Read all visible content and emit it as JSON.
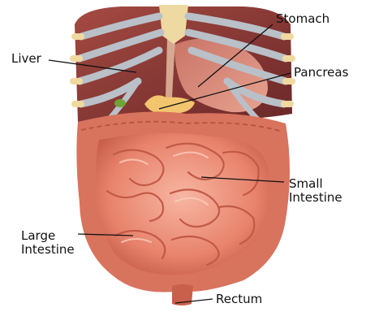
{
  "labels": {
    "liver": "Liver",
    "stomach": "Stomach",
    "pancreas": "Pancreas",
    "small_intestine": [
      "Small",
      "Intestine"
    ],
    "large_intestine": [
      "Large",
      "Intestine"
    ],
    "rectum": "Rectum"
  },
  "colors": {
    "background": "#ffffff",
    "intestine": "#e8836c",
    "intestine_dark": "#c9604c",
    "intestine_light": "#f6b39f",
    "liver": "#8e3a35",
    "liver_dark": "#6a2828",
    "stomach": "#d9897a",
    "pancreas": "#f2c56e",
    "rib": "#b9c0c8",
    "cartilage": "#f0d9a0",
    "gallbladder": "#6fa337",
    "leader_line": "#111111"
  }
}
